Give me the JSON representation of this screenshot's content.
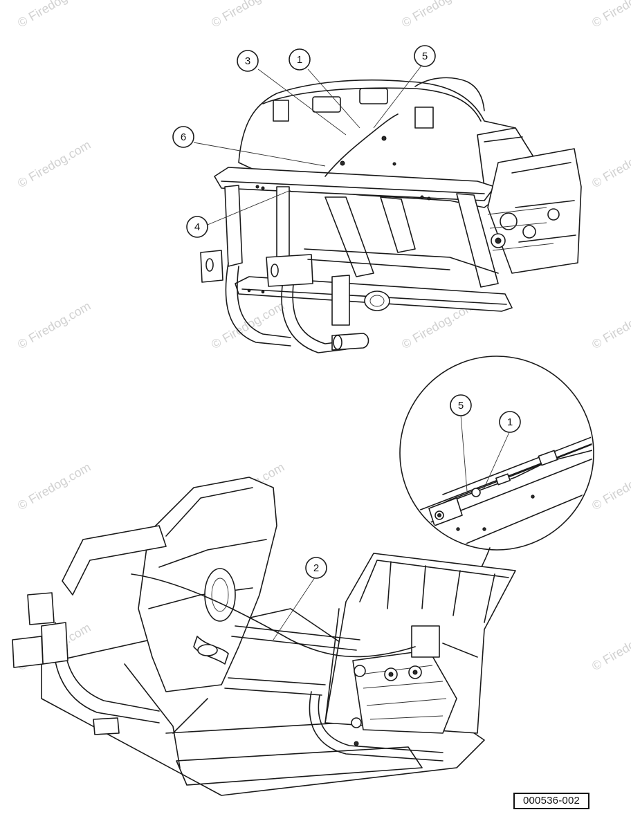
{
  "figure_id": "000536-002",
  "watermark": {
    "text": "© Firedog.com"
  },
  "top_view": {
    "callouts": [
      {
        "num": "1"
      },
      {
        "num": "3"
      },
      {
        "num": "5"
      },
      {
        "num": "6"
      },
      {
        "num": "4"
      }
    ]
  },
  "detail_view": {
    "callouts": [
      {
        "num": "5"
      },
      {
        "num": "1"
      }
    ]
  },
  "bottom_view": {
    "callouts": [
      {
        "num": "2"
      }
    ]
  }
}
